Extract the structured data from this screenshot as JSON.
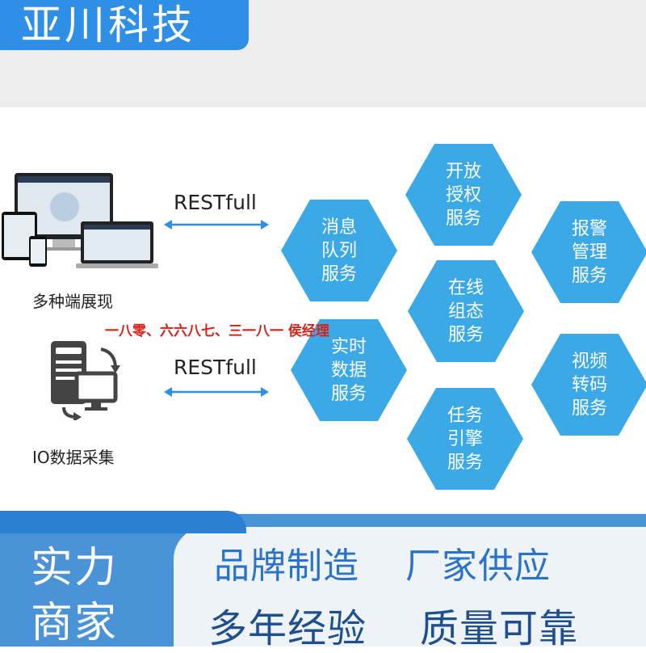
{
  "header": {
    "brand": "亚川科技"
  },
  "clients": {
    "multi_terminal_label": "多种端展现",
    "io_label": "IO数据采集",
    "rest_top": "RESTfull",
    "rest_bottom": "RESTfull"
  },
  "services": [
    {
      "id": "open-auth",
      "label": "开放\n授权\n服务"
    },
    {
      "id": "message-queue",
      "label": "消息\n队列\n服务"
    },
    {
      "id": "alarm",
      "label": "报警\n管理\n服务"
    },
    {
      "id": "online-config",
      "label": "在线\n组态\n服务"
    },
    {
      "id": "realtime-data",
      "label": "实时\n数据\n服务"
    },
    {
      "id": "video-transcode",
      "label": "视频\n转码\n服务"
    },
    {
      "id": "task-engine",
      "label": "任务\n引擎\n服务"
    }
  ],
  "watermark": "一八零、六六八七、三一八一 侯经理",
  "banner": {
    "left_line1": "实力",
    "left_line2": "商家",
    "right_line1_a": "品牌制造",
    "right_line1_b": "厂家供应",
    "right_line2_a": "多年经验",
    "right_line2_b": "质量可靠"
  },
  "colors": {
    "brand_blue": "#2f8fe6",
    "hex_blue": "#3aa9e5",
    "watermark_red": "#d8211a",
    "banner_blue": "#4a93d6"
  }
}
